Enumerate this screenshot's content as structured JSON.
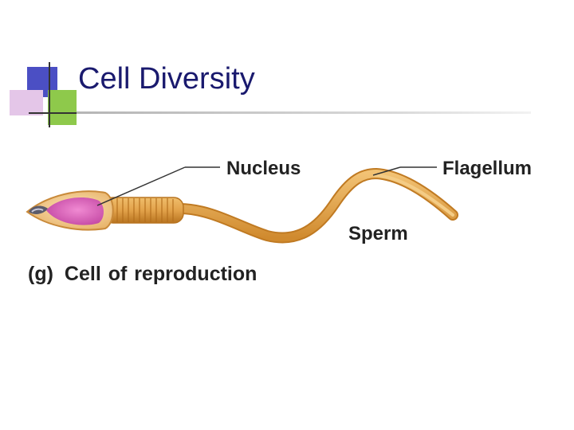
{
  "slide": {
    "title": "Cell Diversity",
    "colors": {
      "title_text": "#1a1a6e",
      "deco_blue": "#4b4fc4",
      "deco_pink": "#e4c6e8",
      "deco_green": "#8ec94b",
      "sperm_body": "#e0a347",
      "sperm_outline": "#c07a22",
      "nucleus": "#d65fb5"
    }
  },
  "diagram": {
    "labels": {
      "nucleus": "Nucleus",
      "flagellum": "Flagellum",
      "sperm": "Sperm"
    },
    "caption": {
      "letter": "(g)",
      "text": "Cell of reproduction"
    }
  }
}
